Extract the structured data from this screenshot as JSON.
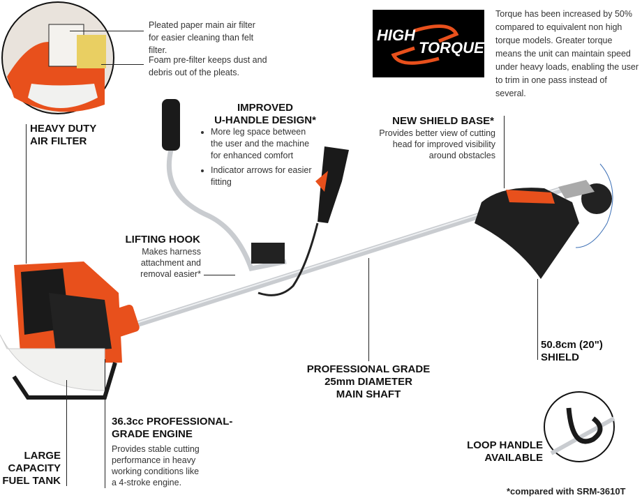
{
  "air_filter": {
    "title_line1": "HEAVY DUTY",
    "title_line2": "AIR FILTER",
    "note1": "Pleated paper main air filter for easier cleaning than felt filter.",
    "note2": "Foam pre-filter keeps dust and debris out of the pleats."
  },
  "high_torque": {
    "logo_word1": "HIGH",
    "logo_word2": "TORQUE",
    "description": "Torque has been increased by 50% compared to equivalent non high torque models. Greater torque means the unit can maintain speed under heavy loads, enabling the user to trim in one pass instead of several."
  },
  "u_handle": {
    "title_line1": "IMPROVED",
    "title_line2": "U-HANDLE DESIGN*",
    "bullets": [
      "More leg space between the user and the machine for enhanced comfort",
      "Indicator arrows for easier fitting"
    ]
  },
  "shield_base": {
    "title": "NEW SHIELD BASE*",
    "description": "Provides better view of cutting head for improved visibility around obstacles"
  },
  "lifting_hook": {
    "title": "LIFTING HOOK",
    "description": "Makes harness attachment and removal easier*"
  },
  "shield": {
    "title_line1": "50.8cm (20\")",
    "title_line2": "SHIELD"
  },
  "shaft": {
    "line1": "PROFESSIONAL GRADE",
    "line2": "25mm DIAMETER",
    "line3": "MAIN SHAFT"
  },
  "engine": {
    "title_line1": "36.3cc PROFESSIONAL-",
    "title_line2": "GRADE ENGINE",
    "description": "Provides stable cutting performance in heavy working conditions like a 4-stroke engine."
  },
  "fuel_tank": {
    "line1": "LARGE",
    "line2": "CAPACITY",
    "line3": "FUEL TANK"
  },
  "loop_handle": {
    "line1": "LOOP HANDLE",
    "line2": "AVAILABLE"
  },
  "footnote": "*compared with SRM-3610T",
  "colors": {
    "orange": "#e8501c",
    "black": "#1a1a1a",
    "shaft": "#c9ccd0"
  }
}
